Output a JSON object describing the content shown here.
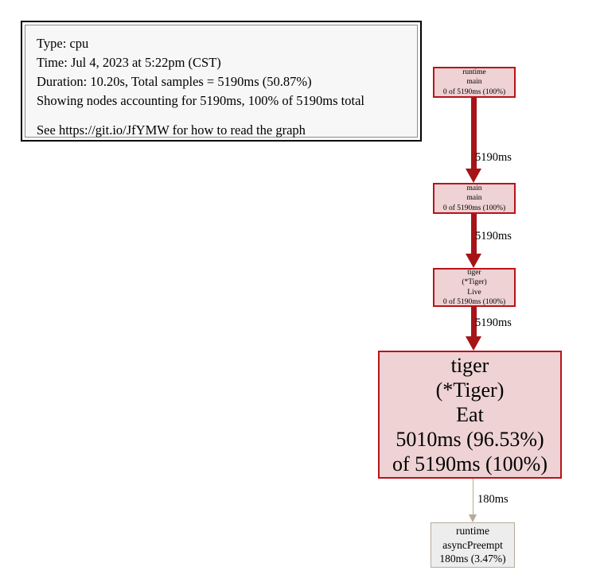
{
  "legend": {
    "lines": [
      "Type: cpu",
      "Time: Jul 4, 2023 at 5:22pm (CST)",
      "Duration: 10.20s, Total samples = 5190ms (50.87%)",
      "Showing nodes accounting for 5190ms, 100% of 5190ms total"
    ],
    "help_line": "See https://git.io/JfYMW for how to read the graph"
  },
  "graph": {
    "nodes": [
      {
        "id": "runtime-main",
        "lines": [
          "runtime",
          "main",
          "0 of 5190ms (100%)"
        ],
        "package": "runtime",
        "function": "main",
        "self": "0",
        "cumulative": "5190ms",
        "cumulative_percent": "100%",
        "style": "pink"
      },
      {
        "id": "main-main",
        "lines": [
          "main",
          "main",
          "0 of 5190ms (100%)"
        ],
        "package": "main",
        "function": "main",
        "self": "0",
        "cumulative": "5190ms",
        "cumulative_percent": "100%",
        "style": "pink"
      },
      {
        "id": "tiger-live",
        "lines": [
          "tiger",
          "(*Tiger)",
          "Live",
          "0 of 5190ms (100%)"
        ],
        "package": "tiger",
        "receiver": "(*Tiger)",
        "function": "Live",
        "self": "0",
        "cumulative": "5190ms",
        "cumulative_percent": "100%",
        "style": "pink"
      },
      {
        "id": "tiger-eat",
        "lines": [
          "tiger",
          "(*Tiger)",
          "Eat",
          "5010ms (96.53%)",
          "of 5190ms (100%)"
        ],
        "package": "tiger",
        "receiver": "(*Tiger)",
        "function": "Eat",
        "self": "5010ms",
        "self_percent": "96.53%",
        "cumulative": "5190ms",
        "cumulative_percent": "100%",
        "style": "pink"
      },
      {
        "id": "runtime-asyncpreempt",
        "lines": [
          "runtime",
          "asyncPreempt",
          "180ms (3.47%)"
        ],
        "package": "runtime",
        "function": "asyncPreempt",
        "self": "180ms",
        "self_percent": "3.47%",
        "style": "grey"
      }
    ],
    "edges": [
      {
        "id": "edge1",
        "from": "runtime-main",
        "to": "main-main",
        "label": "5190ms",
        "weight": "heavy"
      },
      {
        "id": "edge2",
        "from": "main-main",
        "to": "tiger-live",
        "label": "5190ms",
        "weight": "heavy"
      },
      {
        "id": "edge3",
        "from": "tiger-live",
        "to": "tiger-eat",
        "label": "5190ms",
        "weight": "heavy"
      },
      {
        "id": "edge4",
        "from": "tiger-eat",
        "to": "runtime-asyncpreempt",
        "label": "180ms",
        "weight": "light"
      }
    ]
  },
  "colors": {
    "node_fill_hot": "#eed2d4",
    "node_border_hot": "#b9131a",
    "node_fill_cold": "#ededed",
    "node_border_cold": "#b5ab9b",
    "edge_heavy": "#a61417",
    "edge_light": "#b5ab9b",
    "legend_fill": "#f7f7f7",
    "legend_border": "#000000"
  }
}
